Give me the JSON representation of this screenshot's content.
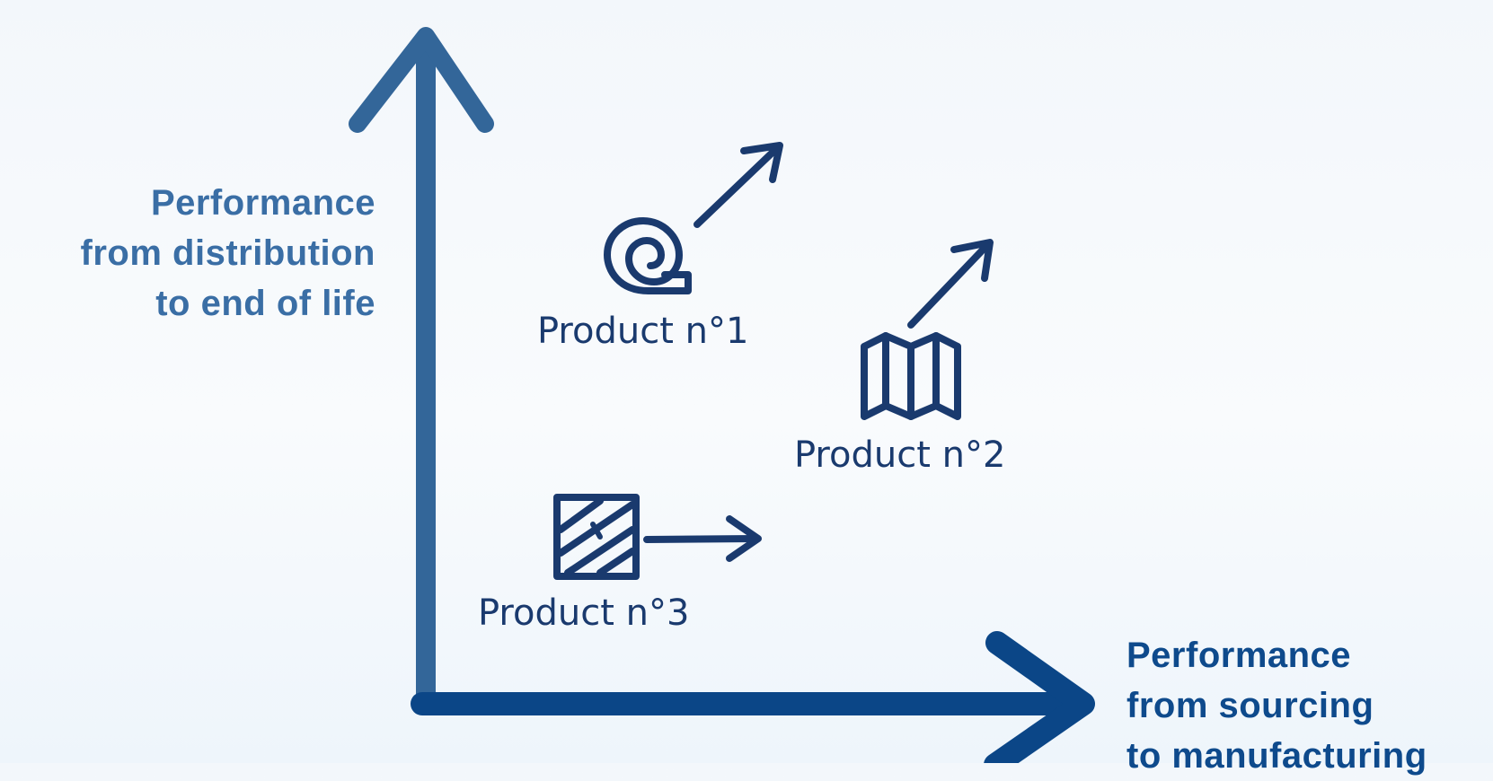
{
  "axes": {
    "y_label": [
      "Performance",
      "from distribution",
      "to end of life"
    ],
    "x_label": [
      "Performance",
      "from sourcing",
      "to manufacturing"
    ],
    "y_color": "#336699",
    "x_color": "#0b4687"
  },
  "products": [
    {
      "label": "Product n°1",
      "icon": "roll-icon",
      "trend": "up-right"
    },
    {
      "label": "Product n°2",
      "icon": "folded-map-icon",
      "trend": "up-right"
    },
    {
      "label": "Product n°3",
      "icon": "hatched-panel-icon",
      "trend": "right"
    }
  ],
  "colors": {
    "icon": "#1a3a6e"
  }
}
